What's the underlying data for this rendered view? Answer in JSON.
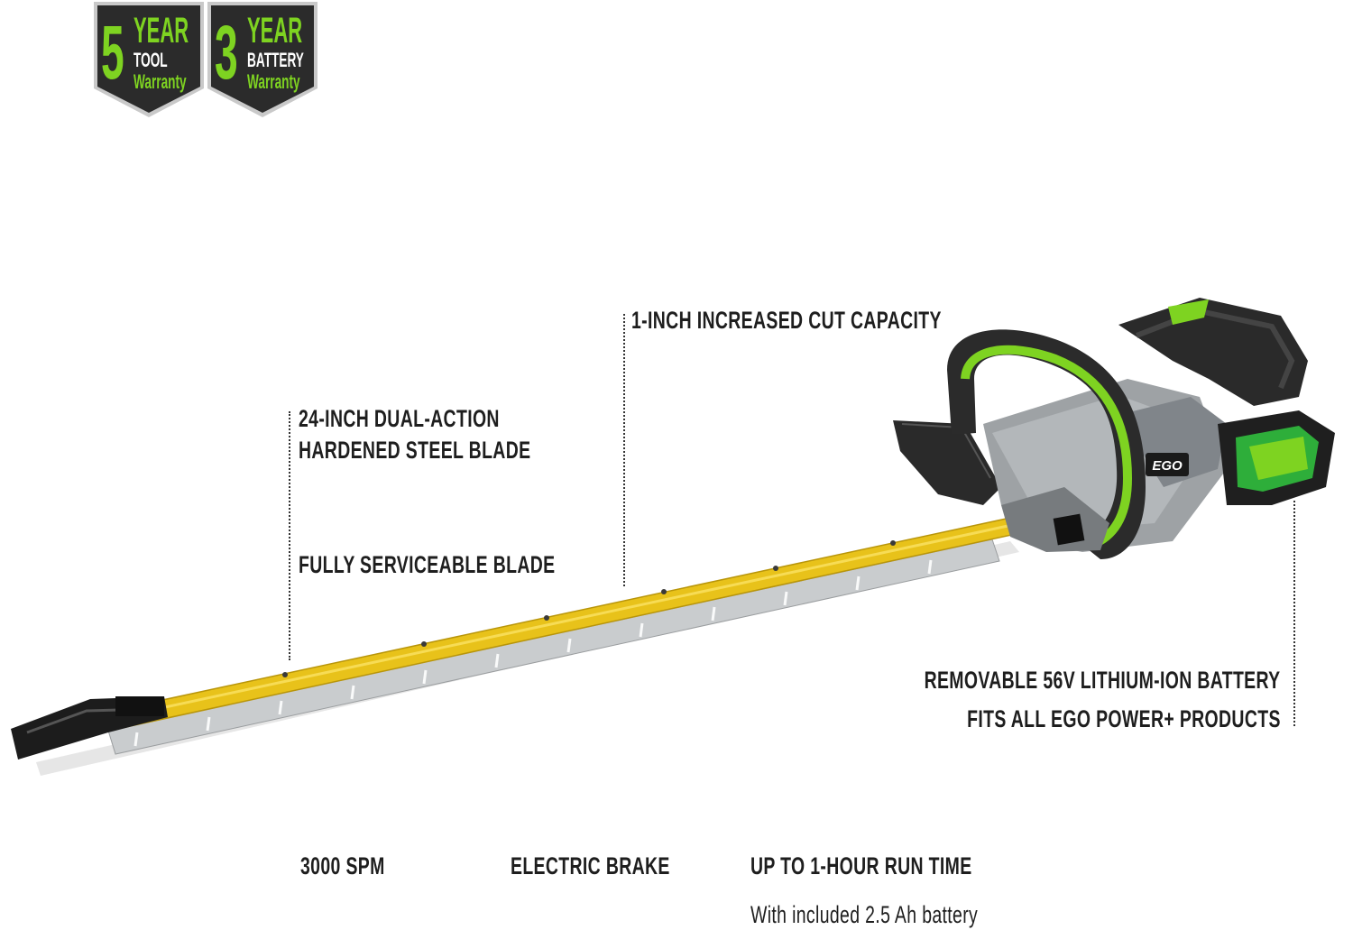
{
  "badges": [
    {
      "number": "5",
      "year": "YEAR",
      "item": "TOOL",
      "warranty": "Warranty"
    },
    {
      "number": "3",
      "year": "YEAR",
      "item": "BATTERY",
      "warranty": "Warranty"
    }
  ],
  "brand_logo": "EGO",
  "callouts": {
    "cut_capacity": "1-INCH INCREASED CUT CAPACITY",
    "blade_line1": "24-INCH DUAL-ACTION",
    "blade_line2": "HARDENED STEEL BLADE",
    "serviceable": "FULLY SERVICEABLE BLADE",
    "battery_line1": "REMOVABLE 56V LITHIUM-ION BATTERY",
    "battery_line2": "FITS ALL EGO POWER+ PRODUCTS"
  },
  "features": {
    "spm": "3000 SPM",
    "brake": "ELECTRIC BRAKE",
    "runtime": "UP TO 1-HOUR RUN TIME",
    "runtime_note": "With included 2.5 Ah battery"
  },
  "colors": {
    "accent_green": "#7ed321",
    "blade_yellow": "#e8c21a",
    "badge_dark": "#2b2b2b",
    "body_gray": "#9ea2a5"
  }
}
